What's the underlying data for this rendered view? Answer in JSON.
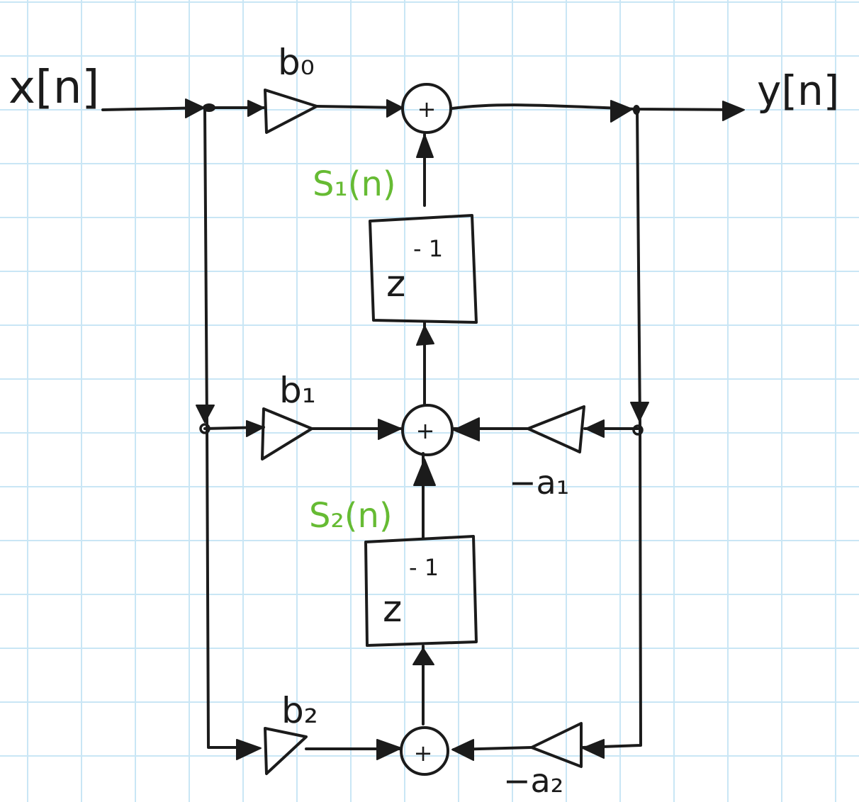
{
  "input_label": "x[n]",
  "output_label": "y[n]",
  "gains": {
    "b0": "b₀",
    "b1": "b₁",
    "b2": "b₂",
    "a1": "−a₁",
    "a2": "−a₂"
  },
  "delay_text": {
    "base": "z",
    "exponent": "- 1"
  },
  "adder_symbol": "+",
  "states": {
    "s1": "S₁(n)",
    "s2": "S₂(n)"
  },
  "colors": {
    "ink": "#1b1b1b",
    "state_label": "#66bb33",
    "grid": "#c9e6f5"
  }
}
